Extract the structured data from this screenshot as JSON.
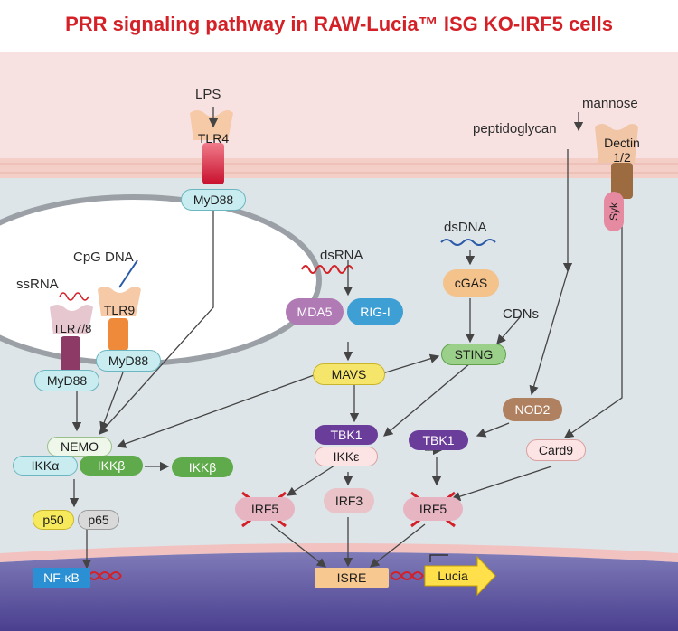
{
  "title": "PRR signaling pathway in RAW-Lucia™ ISG KO-IRF5 cells",
  "ligands": {
    "lps": "LPS",
    "cpg_dna": "CpG DNA",
    "ssrna": "ssRNA",
    "dsrna": "dsRNA",
    "dsdna": "dsDNA",
    "cdns": "CDNs",
    "peptidoglycan": "peptidoglycan",
    "mannose": "mannose"
  },
  "receptors": {
    "tlr4": "TLR4",
    "tlr78": "TLR7/8",
    "tlr9": "TLR9",
    "dectin": "Dectin\n1/2",
    "syk": "Syk"
  },
  "nodes": {
    "myd88_top": "MyD88",
    "myd88_left": "MyD88",
    "myd88_right": "MyD88",
    "mda5": "MDA5",
    "rigi": "RIG-I",
    "cgas": "cGAS",
    "sting": "STING",
    "mavs": "MAVS",
    "nod2": "NOD2",
    "nemo": "NEMO",
    "ikka": "IKKα",
    "ikkb": "IKKβ",
    "ikkb2": "IKKβ",
    "tbk1_center": "TBK1",
    "ikke": "IKKε",
    "tbk1_right": "TBK1",
    "card9": "Card9",
    "p50": "p50",
    "p65": "p65",
    "irf5_left": "IRF5",
    "irf3": "IRF3",
    "irf5_right": "IRF5",
    "nfkb": "NF-κB",
    "isre": "ISRE",
    "lucia": "Lucia"
  }
}
